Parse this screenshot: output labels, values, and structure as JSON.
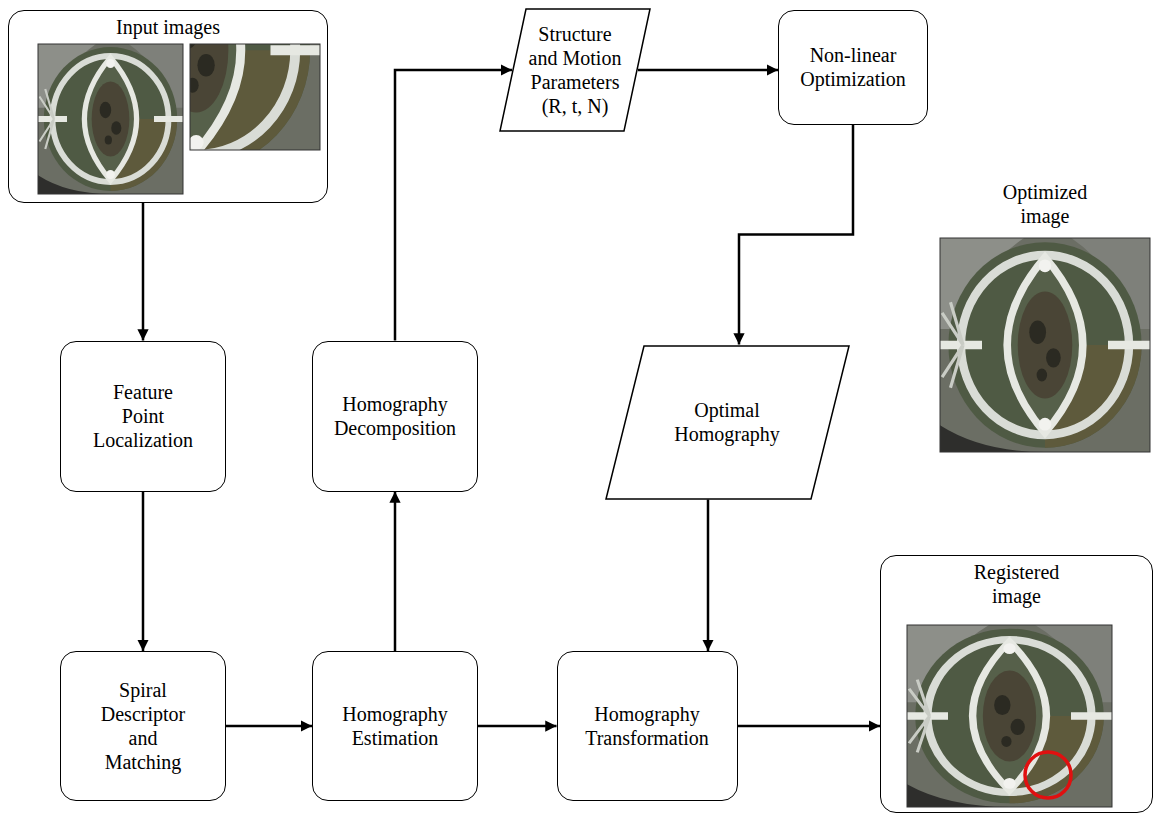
{
  "diagram": {
    "nodes": [
      {
        "text": [
          "Input images"
        ]
      },
      {
        "text": [
          "Feature Point Localization"
        ]
      },
      {
        "text": [
          "Spiral Descriptor and Matching"
        ]
      },
      {
        "text": [
          "Homography Estimation"
        ]
      },
      {
        "text": [
          "Homography Decomposition"
        ]
      },
      {
        "text": [
          "Structure and Motion Parameters (R, t, N)"
        ]
      },
      {
        "text": [
          "Non-linear Optimization"
        ]
      },
      {
        "text": [
          "Optimal Homography"
        ]
      },
      {
        "text": [
          "Homography Transformation"
        ]
      },
      {
        "text": [
          "Registered image"
        ]
      }
    ],
    "edges": [
      {
        "from": 0,
        "to": 1,
        "arrow": "to"
      },
      {
        "from": 1,
        "to": 2,
        "arrow": "to"
      },
      {
        "from": 2,
        "to": 3,
        "arrow": "to"
      },
      {
        "from": 3,
        "to": 4,
        "arrow": "to"
      },
      {
        "from": 4,
        "to": 5,
        "arrow": "to"
      },
      {
        "from": 5,
        "to": 6,
        "arrow": "to"
      },
      {
        "from": 6,
        "to": 7,
        "arrow": "to"
      },
      {
        "from": 7,
        "to": 8,
        "arrow": "to"
      },
      {
        "from": 3,
        "to": 8,
        "arrow": "to"
      },
      {
        "from": 8,
        "to": 9,
        "arrow": "to"
      }
    ],
    "labels": [
      "Optimized image"
    ]
  }
}
